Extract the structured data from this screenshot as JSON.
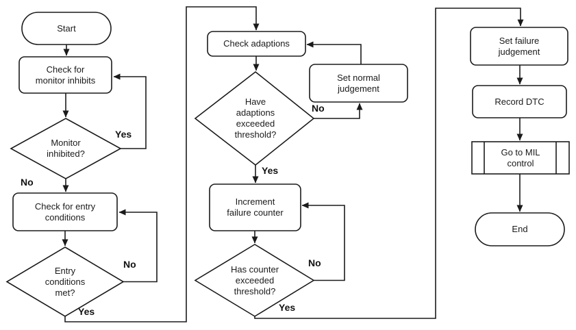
{
  "diagram": {
    "type": "flowchart",
    "background": "#ffffff",
    "stroke_color": "#1a1a1a",
    "text_color": "#1a1a1a",
    "nodes": [
      {
        "id": "start",
        "shape": "terminator",
        "label": "Start"
      },
      {
        "id": "check-monitor-inhibits",
        "shape": "process",
        "label": "Check for\nmonitor inhibits"
      },
      {
        "id": "monitor-inhibited",
        "shape": "decision",
        "label": "Monitor\ninhibited?"
      },
      {
        "id": "check-entry-conditions",
        "shape": "process",
        "label": "Check for entry\nconditions"
      },
      {
        "id": "entry-conditions-met",
        "shape": "decision",
        "label": "Entry\nconditions\nmet?"
      },
      {
        "id": "check-adaptions",
        "shape": "process",
        "label": "Check adaptions"
      },
      {
        "id": "adaptions-exceeded-threshold",
        "shape": "decision",
        "label": "Have\nadaptions\nexceeded\nthreshold?"
      },
      {
        "id": "set-normal-judgement",
        "shape": "process",
        "label": "Set normal\njudgement"
      },
      {
        "id": "increment-failure-counter",
        "shape": "process",
        "label": "Increment\nfailure counter"
      },
      {
        "id": "counter-exceeded-threshold",
        "shape": "decision",
        "label": "Has counter\nexceeded\nthreshold?"
      },
      {
        "id": "set-failure-judgement",
        "shape": "process",
        "label": "Set failure\njudgement"
      },
      {
        "id": "record-dtc",
        "shape": "process",
        "label": "Record DTC"
      },
      {
        "id": "go-to-mil-control",
        "shape": "predefined-process",
        "label": "Go to MIL\ncontrol"
      },
      {
        "id": "end",
        "shape": "terminator",
        "label": "End"
      }
    ],
    "edge_labels": {
      "monitor_inhibited_yes": "Yes",
      "monitor_inhibited_no": "No",
      "entry_conditions_no": "No",
      "entry_conditions_yes": "Yes",
      "adaptions_exceeded_no": "No",
      "adaptions_exceeded_yes": "Yes",
      "counter_exceeded_no": "No",
      "counter_exceeded_yes": "Yes"
    }
  }
}
